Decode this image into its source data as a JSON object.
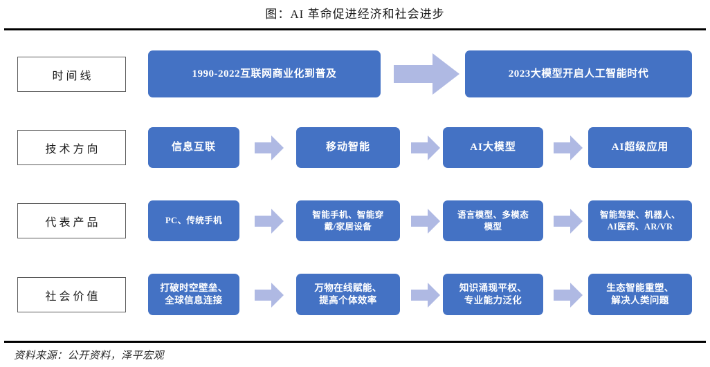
{
  "title": "图：AI 革命促进经济和社会进步",
  "source": "资料来源：公开资料，泽平宏观",
  "colors": {
    "node_fill": "#4472C4",
    "arrow_fill": "#AFB9E3",
    "label_border": "#595959",
    "rule": "#000000",
    "node_text": "#FFFFFF"
  },
  "rows": [
    {
      "label": "时间线",
      "nodes": [
        "1990-2022互联网商业化到普及",
        "2023大模型开启人工智能时代"
      ],
      "arrows": 1
    },
    {
      "label": "技术方向",
      "nodes": [
        "信息互联",
        "移动智能",
        "AI大模型",
        "AI超级应用"
      ],
      "arrows": 3
    },
    {
      "label": "代表产品",
      "nodes": [
        "PC、传统手机",
        "智能手机、智能穿\n戴/家居设备",
        "语言模型、多模态\n模型",
        "智能驾驶、机器人、\nAI医药、AR/VR"
      ],
      "arrows": 3
    },
    {
      "label": "社会价值",
      "nodes": [
        "打破时空壁垒、\n全球信息连接",
        "万物在线赋能、\n提高个体效率",
        "知识涌现平权、\n专业能力泛化",
        "生态智能重塑、\n解决人类问题"
      ],
      "arrows": 3
    }
  ]
}
